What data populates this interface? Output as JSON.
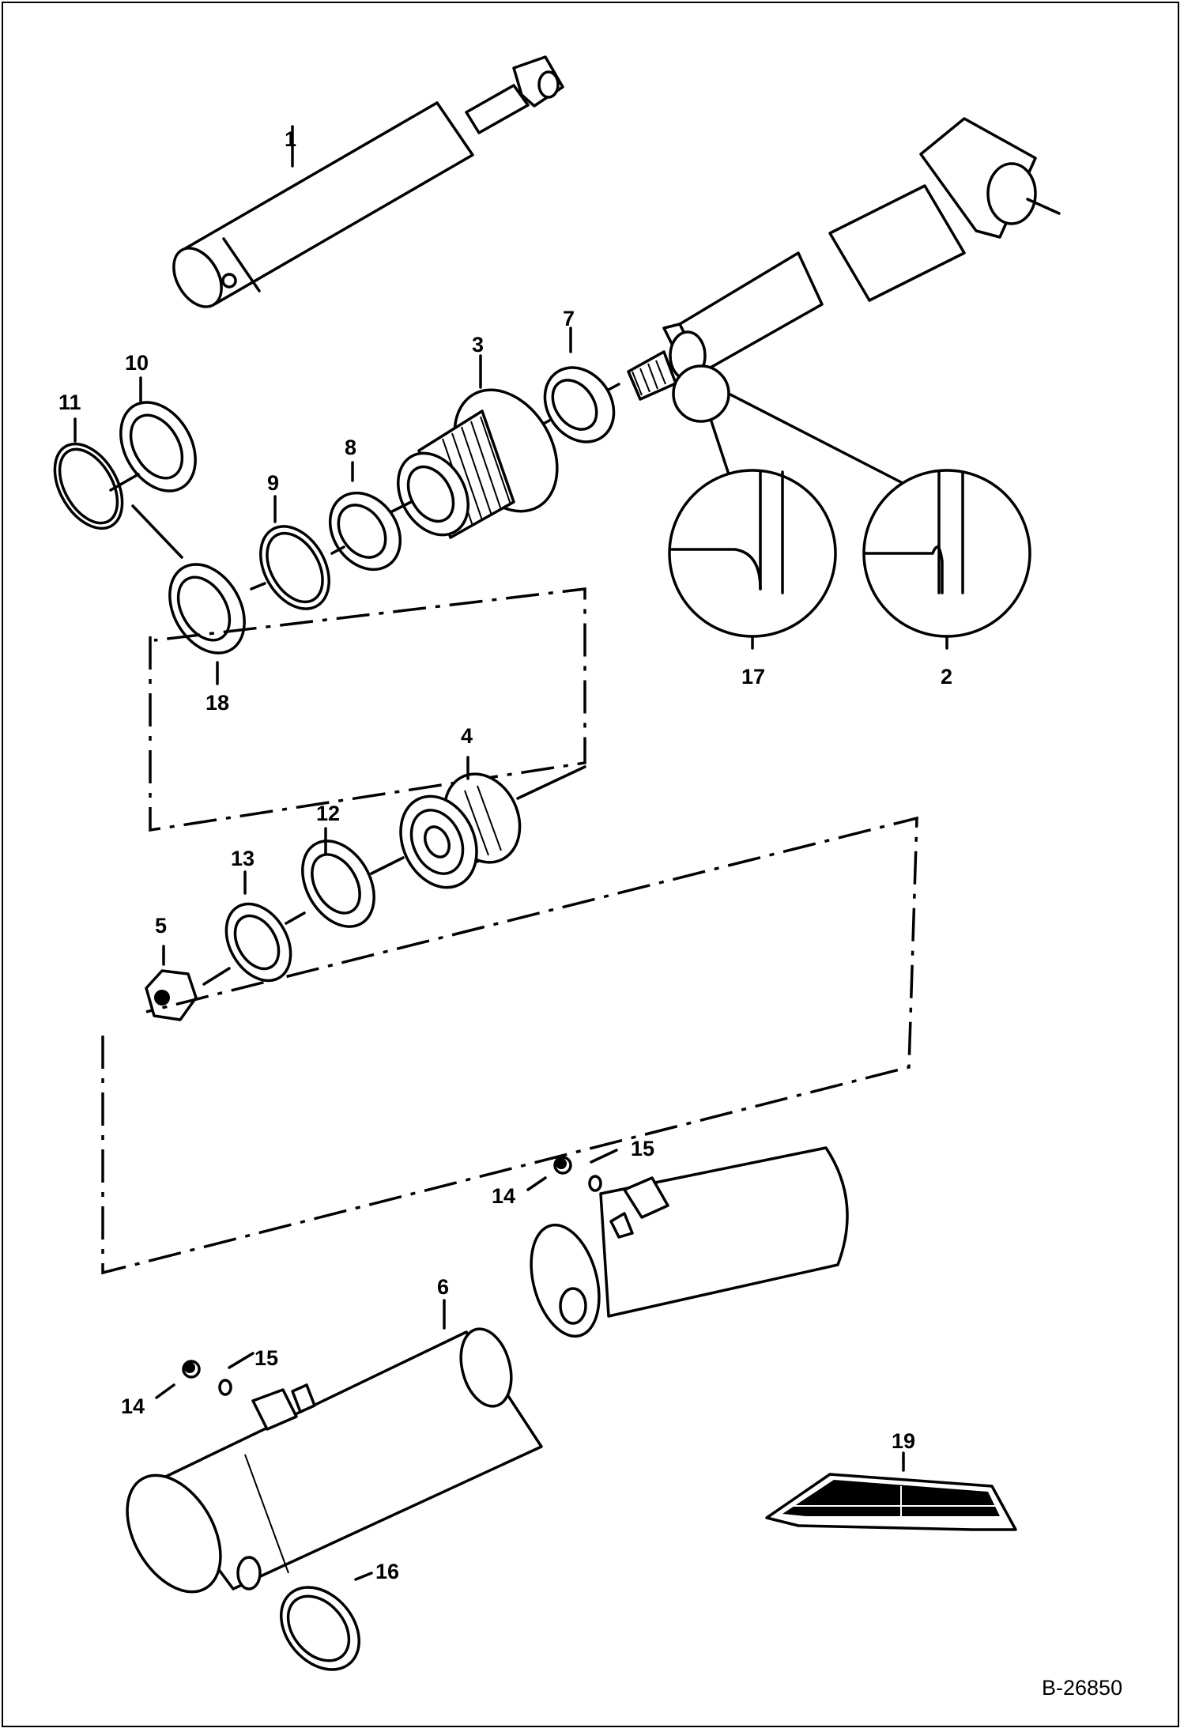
{
  "diagram": {
    "reference": "B-26850",
    "callouts": [
      "1",
      "2",
      "3",
      "4",
      "5",
      "6",
      "7",
      "8",
      "9",
      "10",
      "11",
      "12",
      "13",
      "14",
      "15",
      "14",
      "15",
      "16",
      "17",
      "18",
      "19"
    ]
  },
  "colors": {
    "line": "#000000",
    "background": "#ffffff"
  }
}
